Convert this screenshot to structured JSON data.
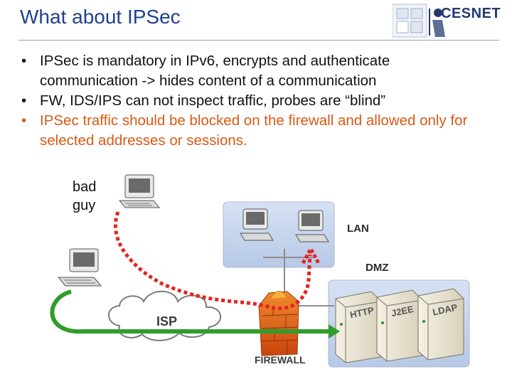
{
  "slide": {
    "title": "What about IPSec",
    "logo_text": "CESNET",
    "bullets": [
      {
        "text": "IPSec is mandatory in IPv6, encrypts and authenticate communication -> hides content of a communication",
        "color": "#111111"
      },
      {
        "text": "FW, IDS/IPS can not inspect traffic, probes are “blind”",
        "color": "#111111"
      },
      {
        "text": "IPSec traffic should be blocked on the firewall and allowed only for selected addresses or sessions.",
        "color": "#d95a14"
      }
    ],
    "bullet_char": "•"
  },
  "diagram": {
    "bad_guy_label": "bad guy",
    "bad_guy_lines": [
      "bad",
      "guy"
    ],
    "lan_label": "LAN",
    "dmz_label": "DMZ",
    "isp_label": "ISP",
    "firewall_label": "FIREWALL",
    "servers": [
      "HTTP",
      "J2EE",
      "LDAP"
    ],
    "colors": {
      "lan_zone": "#c9d8ee",
      "dmz_zone": "#c9d8ee",
      "green_path": "#2e9e2a",
      "red_path": "#e52420",
      "firewall": "#e8641a"
    }
  }
}
